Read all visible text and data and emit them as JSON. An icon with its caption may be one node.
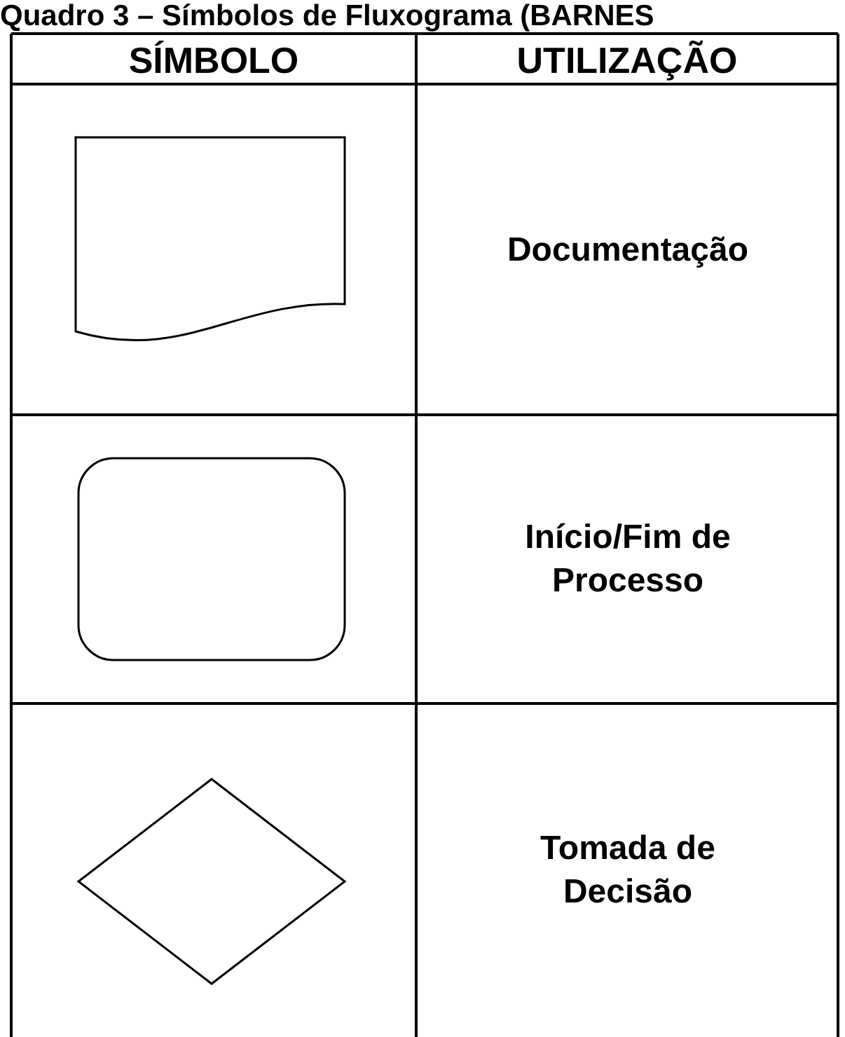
{
  "diagram": {
    "title": "Quadro 3 – Símbolos de Fluxograma (BARNES",
    "nodes": [
      {
        "text": [],
        "shape": "document"
      },
      {
        "text": [],
        "shape": "box"
      },
      {
        "text": [],
        "shape": "diamond"
      }
    ],
    "labels": [
      "SÍMBOLO",
      "UTILIZAÇÃO",
      "Documentação",
      "Início/Fim de Processo",
      "Tomada de Decisão"
    ]
  }
}
